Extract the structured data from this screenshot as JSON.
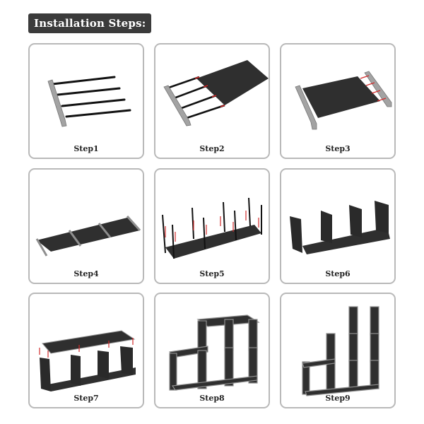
{
  "header": {
    "title": "Installation Steps:"
  },
  "colors": {
    "badge_bg": "#3b3b3b",
    "panel_border": "#b9b9b9",
    "fabric": "#2e2e2e",
    "frame": "#9a9a9a",
    "arrow": "#d22a2a"
  },
  "steps": [
    {
      "label": "Step1",
      "illustration": "frame-rail-with-four-rods"
    },
    {
      "label": "Step2",
      "illustration": "fabric-sleeve-over-rods"
    },
    {
      "label": "Step3",
      "illustration": "attach-second-rail"
    },
    {
      "label": "Step4",
      "illustration": "three-shelves-joined"
    },
    {
      "label": "Step5",
      "illustration": "insert-vertical-poles"
    },
    {
      "label": "Step6",
      "illustration": "attach-side-panels"
    },
    {
      "label": "Step7",
      "illustration": "attach-top-shelves"
    },
    {
      "label": "Step8",
      "illustration": "five-cube-stack"
    },
    {
      "label": "Step9",
      "illustration": "six-cube-staircase"
    }
  ]
}
